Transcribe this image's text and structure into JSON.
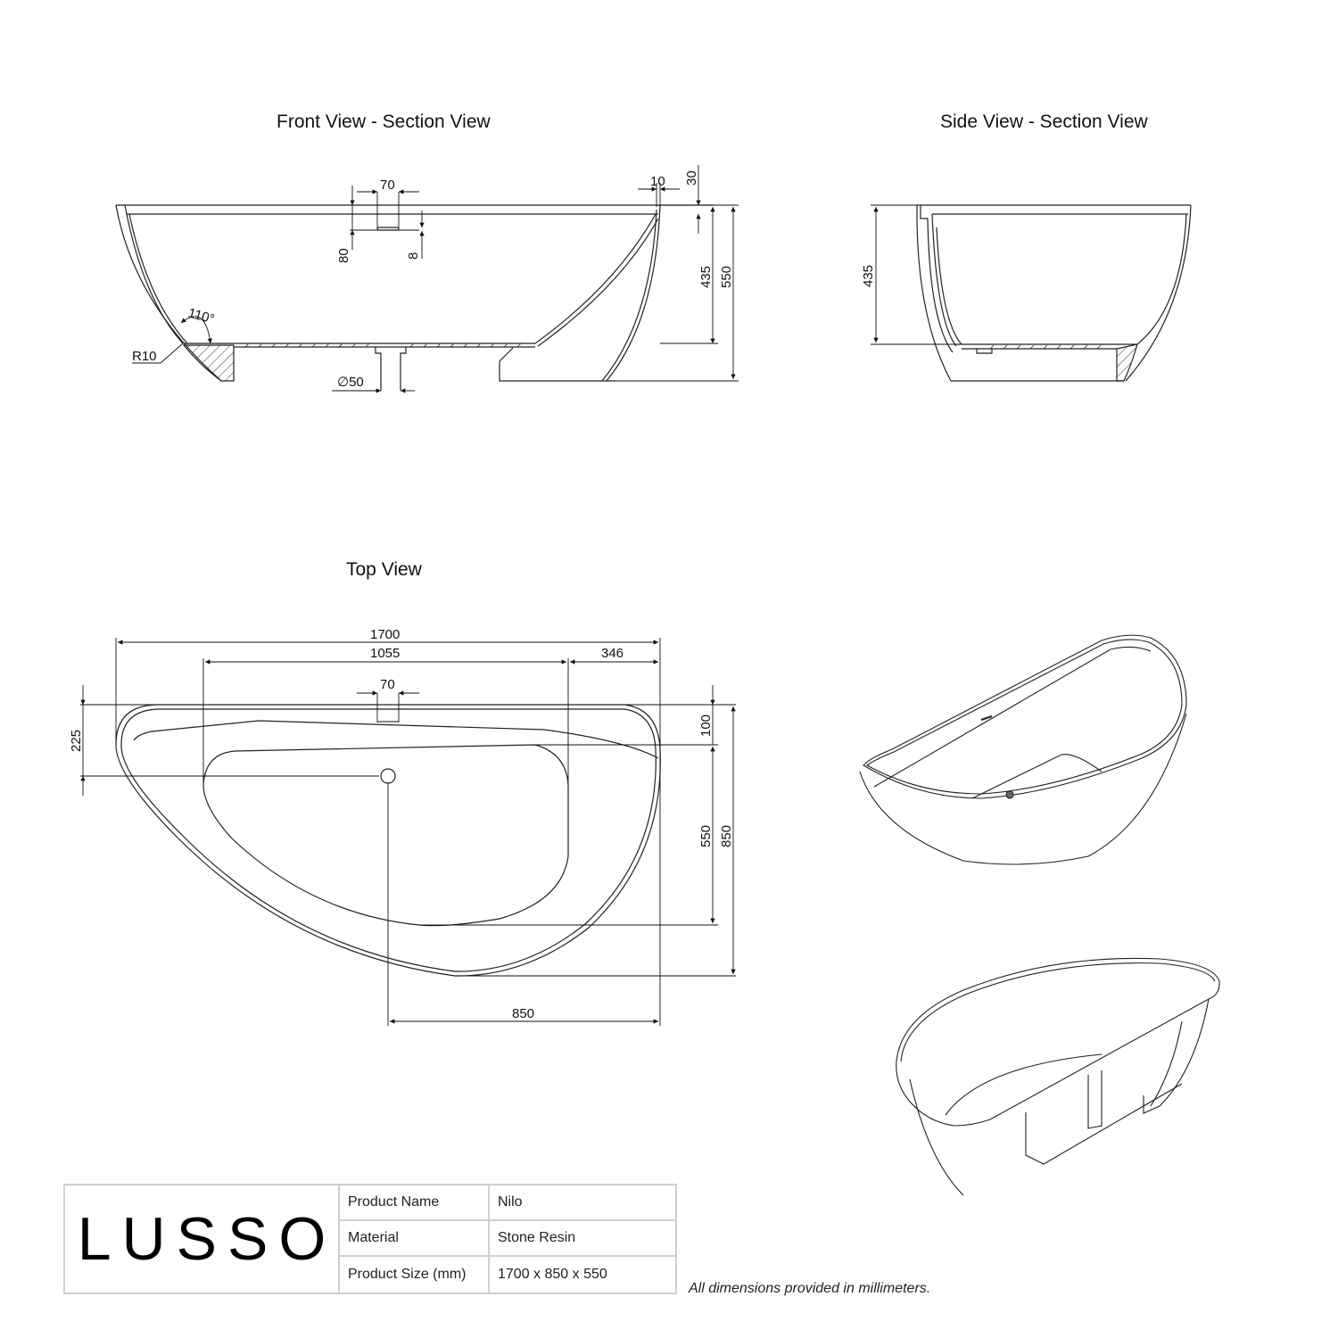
{
  "views": {
    "front_title": "Front View - Section View",
    "side_title": "Side View - Section View",
    "top_title": "Top View"
  },
  "front_dims": {
    "overflow_width": "70",
    "overflow_depth": "80",
    "overflow_height": "8",
    "rim_thickness": "10",
    "rim_drop": "30",
    "water_depth": "435",
    "overall_height": "550",
    "angle": "110°",
    "radius": "R10",
    "waste_diameter": "∅50"
  },
  "side_dims": {
    "water_depth": "435"
  },
  "top_dims": {
    "overall_length": "1700",
    "inner_length": "1055",
    "end_offset": "346",
    "overflow_width": "70",
    "waste_offset_y": "225",
    "rim_width": "100",
    "inner_width": "550",
    "overall_width": "850",
    "waste_offset_x": "850"
  },
  "spec_table": {
    "brand": "LUSSO",
    "rows": [
      {
        "label": "Product Name",
        "value": "Nilo"
      },
      {
        "label": "Material",
        "value": "Stone Resin"
      },
      {
        "label": "Product Size (mm)",
        "value": "1700 x 850 x 550"
      }
    ]
  },
  "footnote": "All dimensions provided in millimeters.",
  "colors": {
    "line": "#222222",
    "table_border": "#cfcfcf",
    "background": "#ffffff"
  }
}
